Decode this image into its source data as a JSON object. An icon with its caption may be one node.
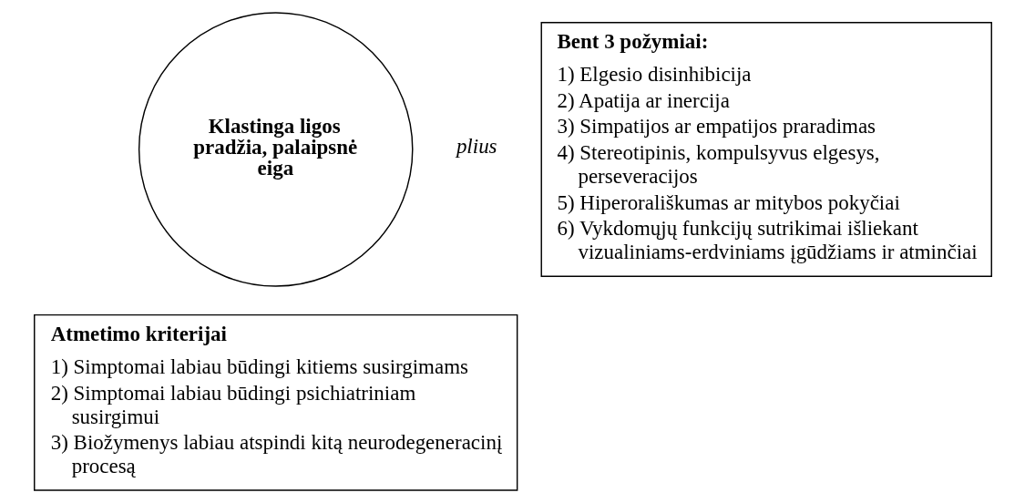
{
  "diagram": {
    "nodes": [
      {
        "text": [
          "Klastinga ligos pradžia, palaipsnė eiga"
        ]
      },
      {
        "text": [
          "Bent 3 požymiai:",
          "1) Elgesio disinhibicija",
          "2) Apatija ar inercija",
          "3) Simpatijos ar empatijos praradimas",
          "4) Stereotipinis, kompulsyvus elgesys, perseveracijos",
          "5) Hiperorališkumas ar mitybos pokyčiai",
          "6) Vykdomųjų funkcijų sutrikimai išliekant vizualiniams-erdviniams įgūdžiams ir atminčiai"
        ]
      },
      {
        "text": [
          "Atmetimo kriterijai",
          "1) Simptomai labiau būdingi kitiems susirgimams",
          "2) Simptomai labiau būdingi psichiatriniam susirgimui",
          "3) Biožymenys labiau atspindi kitą neurodegeneracinį procesą"
        ]
      }
    ],
    "edges": [],
    "labels": [
      "plius"
    ]
  }
}
